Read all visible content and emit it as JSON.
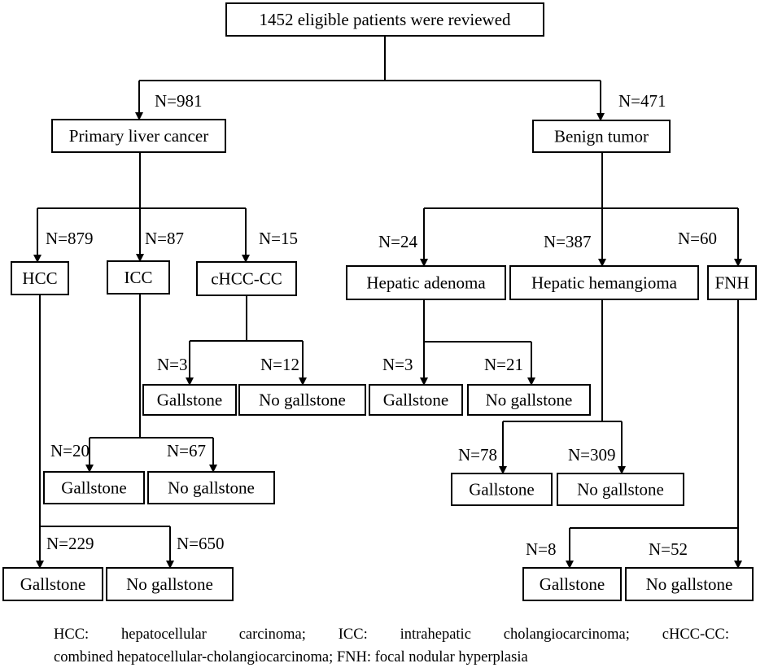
{
  "nodes": {
    "root": "1452 eligible patients were reviewed",
    "primary": "Primary liver cancer",
    "benign": "Benign tumor",
    "hcc": "HCC",
    "icc": "ICC",
    "chcc": "cHCC-CC",
    "adenoma": "Hepatic adenoma",
    "hemangioma": "Hepatic hemangioma",
    "fnh": "FNH",
    "chcc_g": "Gallstone",
    "chcc_ng": "No gallstone",
    "aden_g": "Gallstone",
    "aden_ng": "No gallstone",
    "icc_g": "Gallstone",
    "icc_ng": "No gallstone",
    "hem_g": "Gallstone",
    "hem_ng": "No gallstone",
    "hcc_g": "Gallstone",
    "hcc_ng": "No gallstone",
    "fnh_g": "Gallstone",
    "fnh_ng": "No gallstone"
  },
  "counts": {
    "primary": "N=981",
    "benign": "N=471",
    "hcc": "N=879",
    "icc": "N=87",
    "chcc": "N=15",
    "adenoma": "N=24",
    "hemangioma": "N=387",
    "fnh": "N=60",
    "chcc_g": "N=3",
    "chcc_ng": "N=12",
    "aden_g": "N=3",
    "aden_ng": "N=21",
    "icc_g": "N=20",
    "icc_ng": "N=67",
    "hem_g": "N=78",
    "hem_ng": "N=309",
    "hcc_g": "N=229",
    "hcc_ng": "N=650",
    "fnh_g": "N=8",
    "fnh_ng": "N=52"
  },
  "footnote": {
    "line1": "HCC: hepatocellular carcinoma; ICC: intrahepatic cholangiocarcinoma; cHCC-CC:",
    "line2": "combined hepatocellular-cholangiocarcinoma; FNH: focal nodular hyperplasia"
  }
}
